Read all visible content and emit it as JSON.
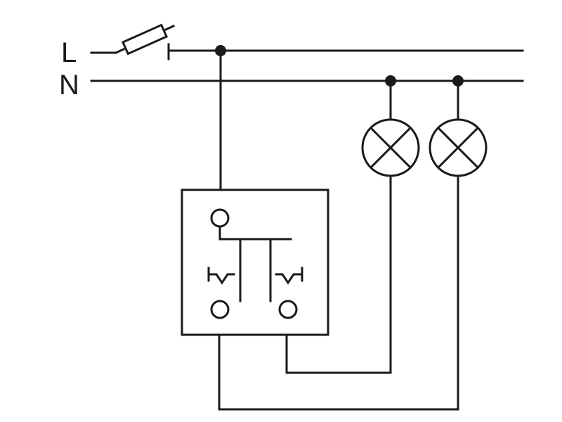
{
  "diagram": {
    "labels": {
      "line": "L",
      "neutral": "N"
    },
    "components": {
      "fuse": "fuse-icon",
      "lamps": [
        "lamp-icon",
        "lamp-icon"
      ],
      "switch": "double-switch-icon",
      "junctions": 3
    },
    "colors": {
      "line": "#1a1a1a",
      "background": "#ffffff"
    }
  }
}
